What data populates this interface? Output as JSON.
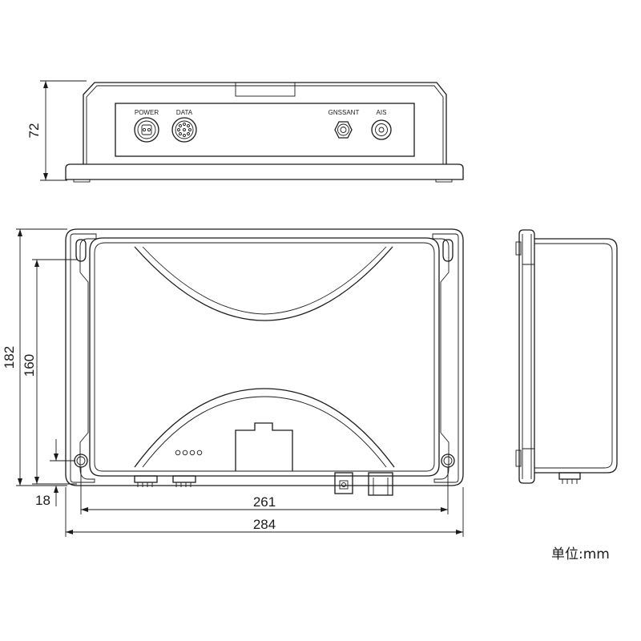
{
  "front_view": {
    "connectors": {
      "power": "POWER",
      "data": "DATA",
      "gnss": "GNSSANT",
      "ais": "AIS"
    }
  },
  "dimensions": {
    "height": "72",
    "overall_height": "182",
    "inner_height": "160",
    "bottom_offset": "18",
    "inner_width": "261",
    "overall_width": "284"
  },
  "unit_label": "单位:mm"
}
